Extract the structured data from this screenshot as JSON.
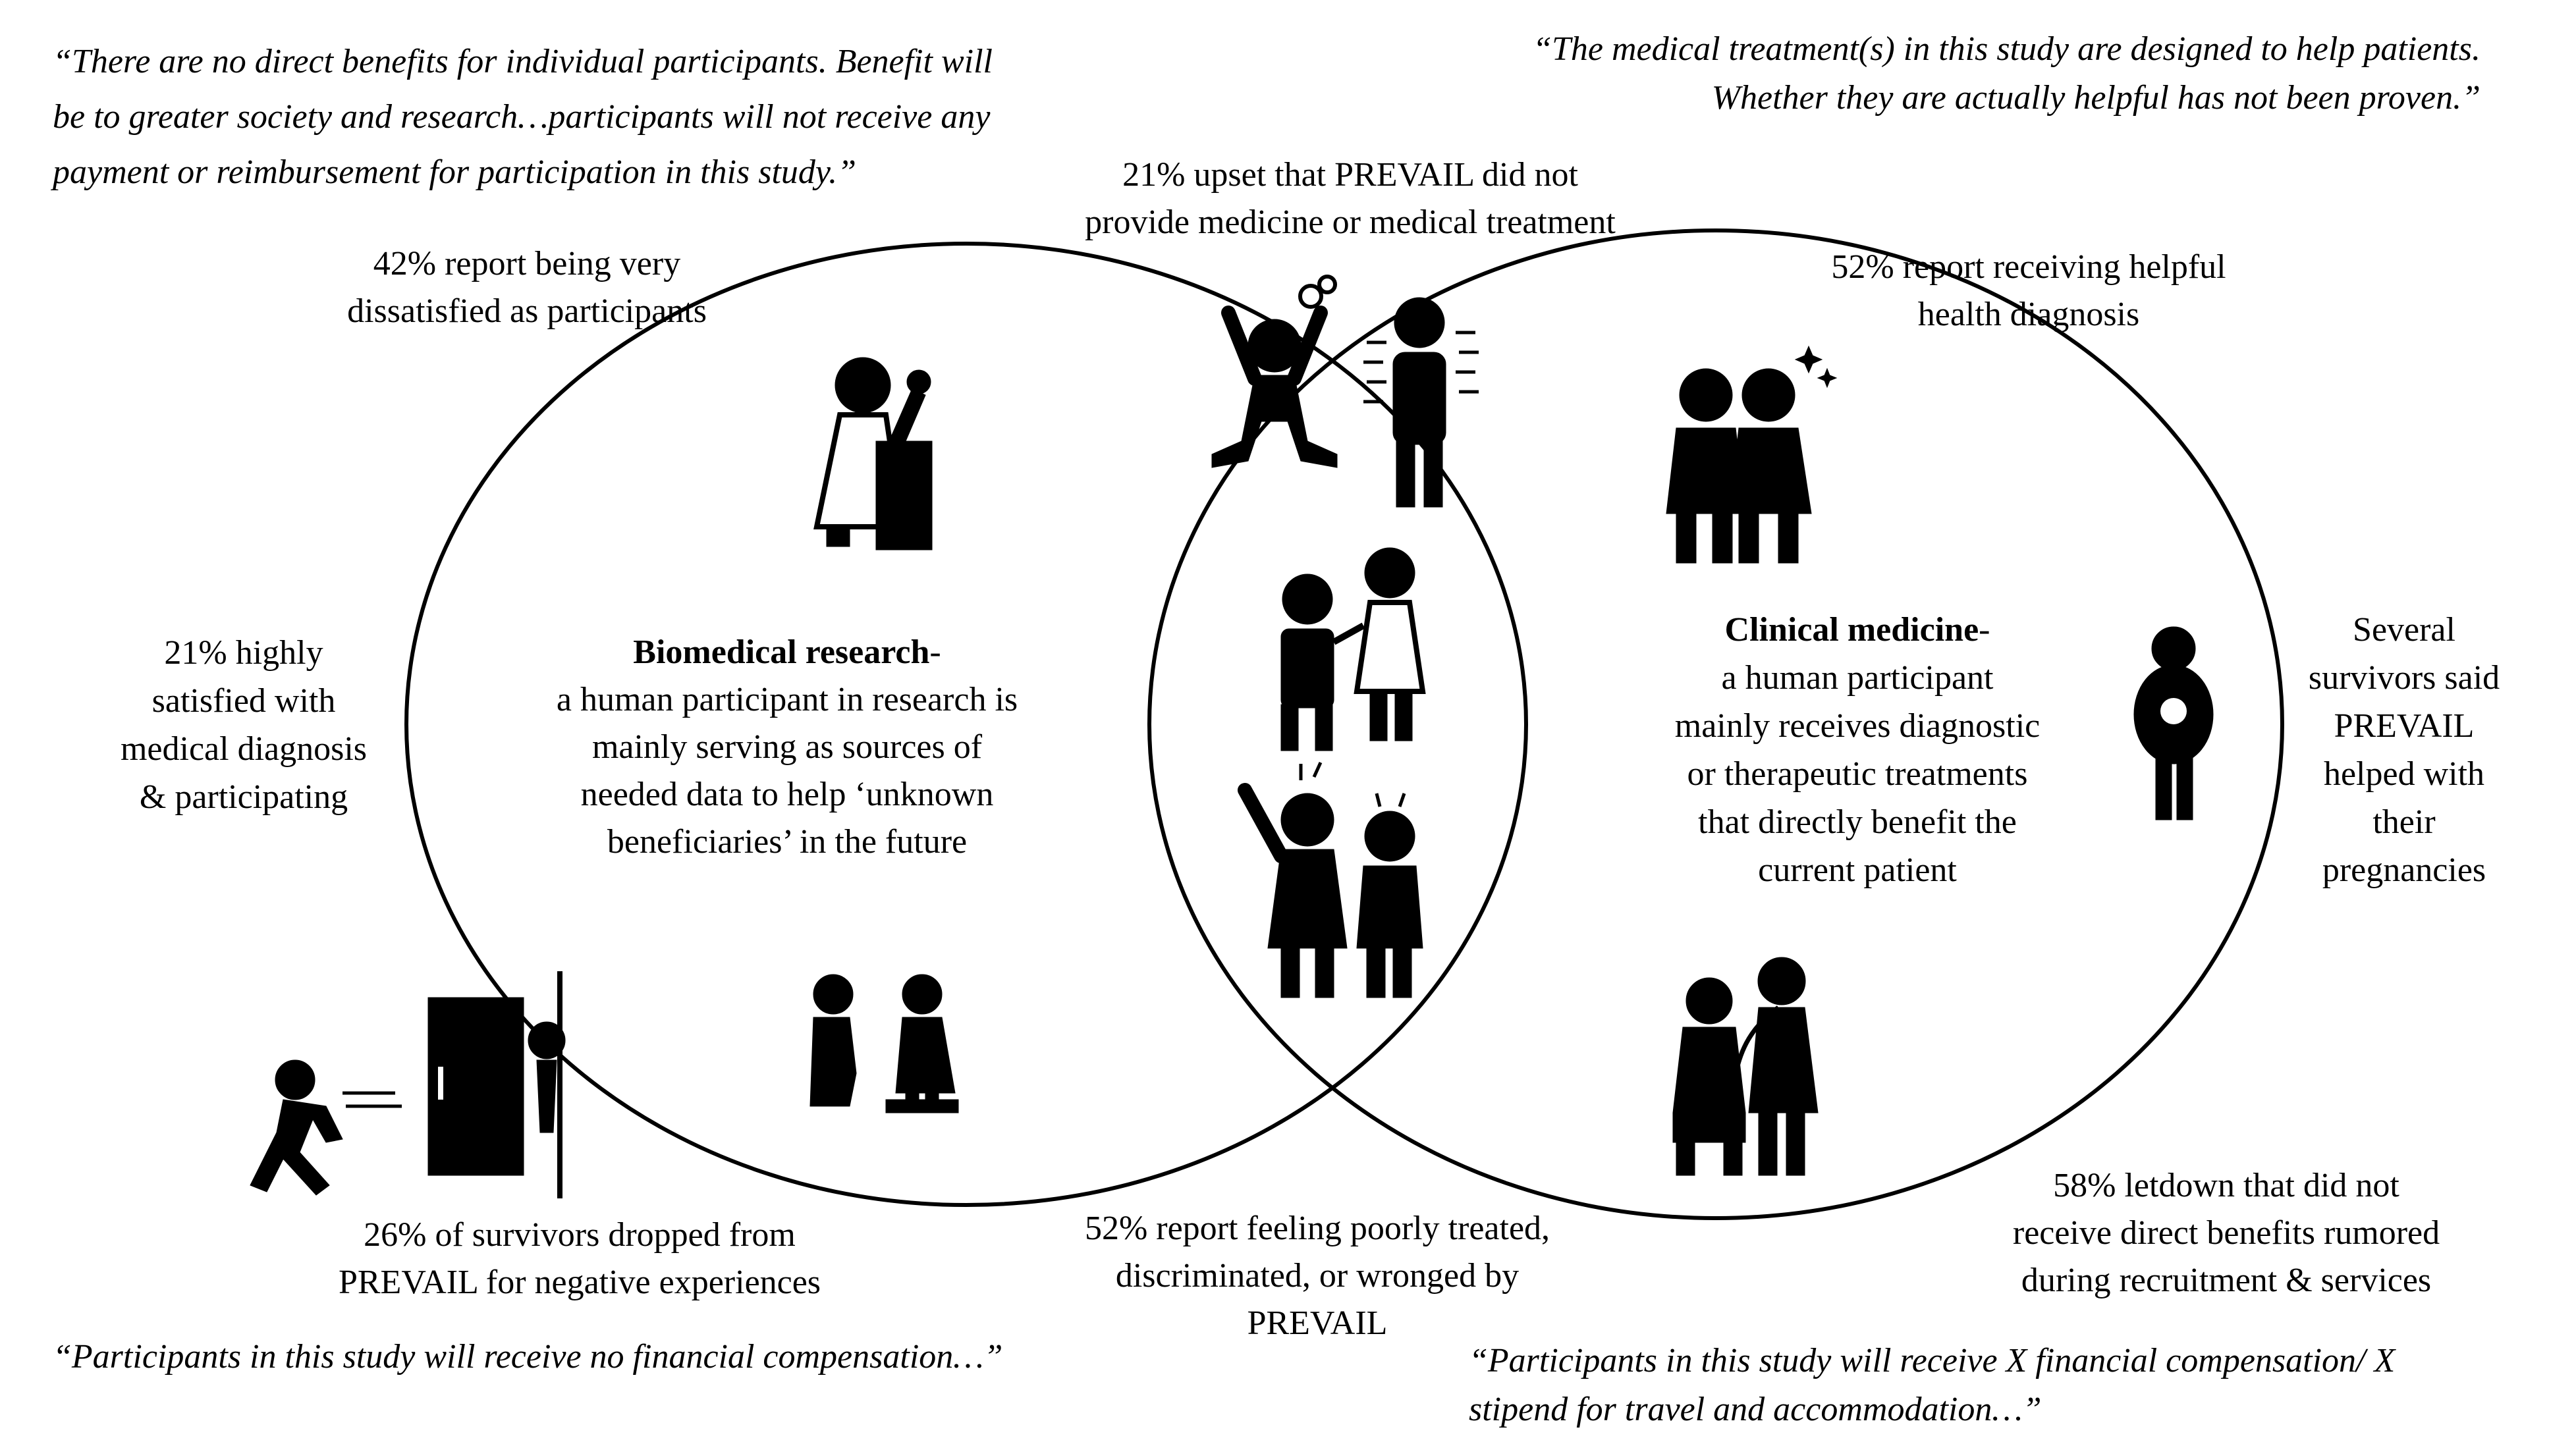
{
  "quotes": {
    "top_left": [
      "“There are no direct benefits for individual participants. Benefit will",
      "be to greater society and research…participants will not receive any",
      "payment or reimbursement for participation in this study.”"
    ],
    "top_right": [
      "“The medical treatment(s) in this study are designed to help patients.",
      "Whether they are actually helpful has not been proven.”"
    ],
    "bottom_left": [
      "“Participants in this study will receive no financial compensation…”"
    ],
    "bottom_right": [
      "“Participants in this study will receive X financial compensation/ X",
      "stipend for travel and accommodation…”"
    ]
  },
  "stats": {
    "upset_top": [
      "21% upset that PREVAIL did not",
      "provide medicine or medical treatment"
    ],
    "dissatisfied": [
      "42% report being very",
      "dissatisfied as participants"
    ],
    "helpful_diagnosis": [
      "52% report receiving helpful",
      "health diagnosis"
    ],
    "highly_satisfied": [
      "21% highly",
      "satisfied with",
      "medical diagnosis",
      "& participating"
    ],
    "pregnancies": [
      "Several",
      "survivors said",
      "PREVAIL",
      "helped with",
      "their",
      "pregnancies"
    ],
    "dropped": [
      "26% of survivors dropped from",
      "PREVAIL for negative experiences"
    ],
    "poorly_treated": [
      "52% report feeling poorly treated,",
      "discriminated, or wronged by",
      "PREVAIL"
    ],
    "letdown": [
      "58% letdown that did not",
      "receive direct benefits rumored",
      "during recruitment & services"
    ]
  },
  "circles": {
    "biomedical": {
      "title": "Biomedical research",
      "title_suffix": "-",
      "lines": [
        "a human participant in research is",
        "mainly serving as sources of",
        "needed data to help ‘unknown",
        "beneficiaries’ in the future"
      ]
    },
    "clinical": {
      "title": "Clinical medicine",
      "title_suffix": "-",
      "lines": [
        "a human participant",
        "mainly receives diagnostic",
        "or therapeutic treatments",
        "that directly benefit the",
        "current patient"
      ]
    }
  },
  "colors": {
    "ink": "#000000",
    "background": "#ffffff"
  },
  "icons": [
    "frustrated-person-icon",
    "shivering-person-icon",
    "scientist-microscope-icon",
    "doctor-patient-icon",
    "pregnant-woman-icon",
    "vaccination-icon",
    "angry-doctor-crying-patient-icon",
    "measuring-person-icon",
    "running-out-door-icon",
    "stethoscope-exam-icon"
  ]
}
